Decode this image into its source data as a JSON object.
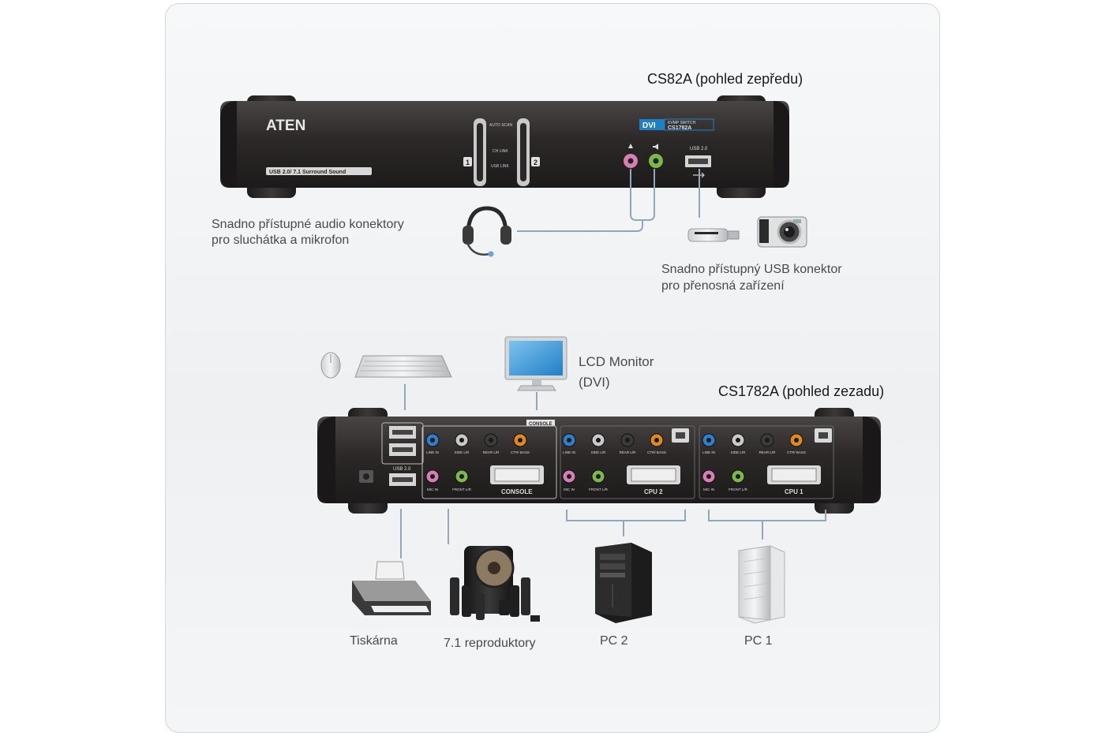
{
  "front": {
    "title": "CS82A (pohled zepředu)",
    "brand": "ATEN",
    "strip": "USB 2.0/ 7.1 Surround Sound",
    "badge_dvi": "DVI",
    "badge_model_top": "KVMP SWITCH",
    "badge_model": "CS1782A",
    "usb_label": "USB 2.0",
    "port1": "1",
    "port2": "2",
    "btn_top": "AUTO SCAN",
    "btn_mid": "CH LINK",
    "btn_low": "USB LINK",
    "audio_desc_line1": "Snadno přístupné audio konektory",
    "audio_desc_line2": "pro sluchátka a mikrofon",
    "usb_desc_line1": "Snadno přístupný USB konektor",
    "usb_desc_line2": "pro přenosná zařízení"
  },
  "rear": {
    "title": "CS1782A (pohled zezadu)",
    "monitor_line1": "LCD Monitor",
    "monitor_line2": "(DVI)",
    "console_tag": "CONSOLE",
    "console_label": "CONSOLE",
    "cpu2_label": "CPU 2",
    "cpu1_label": "CPU 1",
    "usb_label": "USB 2.0",
    "jack_labels": [
      "LINE IN",
      "SIDE L/R",
      "REAR L/R",
      "CTR/ BASS"
    ],
    "jack_low_labels": [
      "MIC IN",
      "FRONT L/R"
    ]
  },
  "devices": {
    "printer": "Tiskárna",
    "speakers": "7.1 reproduktory",
    "pc2": "PC 2",
    "pc1": "PC 1"
  },
  "colors": {
    "chassis": "#2a2727",
    "line": "#8fa9b8",
    "jack_blue": "#2f7ec9",
    "jack_grey": "#c9c9c9",
    "jack_black": "#3b3b3b",
    "jack_orange": "#e08a1c",
    "jack_pink": "#d77fb3",
    "jack_green": "#7cb84a"
  }
}
